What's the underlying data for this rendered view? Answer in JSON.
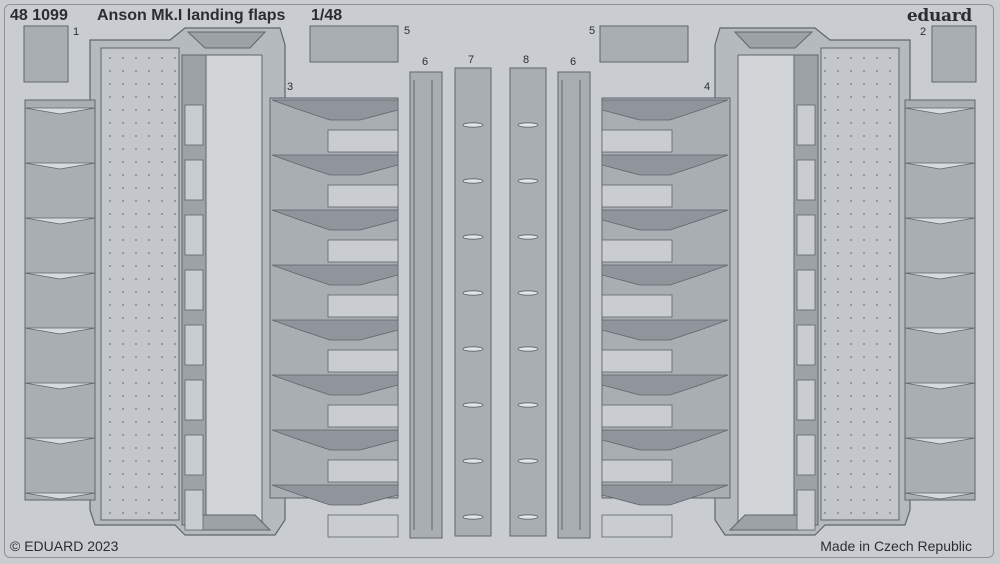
{
  "header": {
    "code": "48 1099",
    "title": "Anson Mk.I landing flaps",
    "scale": "1/48",
    "brand": "eduard"
  },
  "footer": {
    "copyright": "© EDUARD 2023",
    "origin": "Made in Czech Republic"
  },
  "part_numbers": [
    "1",
    "2",
    "3",
    "4",
    "5",
    "5",
    "6",
    "6",
    "7",
    "8"
  ],
  "colors": {
    "fret": "#c9cdd1",
    "part": "#a9aeb3",
    "part_dark": "#8f959a",
    "outline": "#5f656b",
    "text": "#2b2e31"
  }
}
